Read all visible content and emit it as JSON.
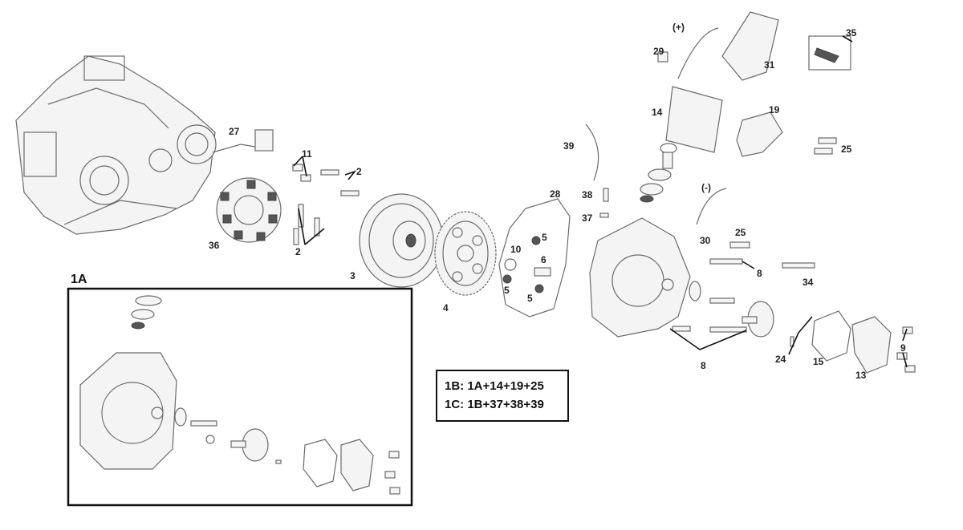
{
  "diagram": {
    "part_labels": {
      "p27": "27",
      "p11": "11",
      "p2a": "2",
      "p2b": "2",
      "p36": "36",
      "p3": "3",
      "p4": "4",
      "p10": "10",
      "p5a": "5",
      "p6": "6",
      "p5b": "5",
      "p5c": "5",
      "p28": "28",
      "p39": "39",
      "p38": "38",
      "p37": "37",
      "p29": "29",
      "plus": "(+)",
      "p31": "31",
      "p35": "35",
      "p14": "14",
      "p19": "19",
      "p25a": "25",
      "minus": "(-)",
      "p25b": "25",
      "p30": "30",
      "p8a": "8",
      "p34": "34",
      "p8b": "8",
      "p24": "24",
      "p15": "15",
      "p9": "9",
      "p13": "13"
    },
    "inset_box": {
      "title": "1A"
    },
    "kit_legend": {
      "line1": "1B: 1A+14+19+25",
      "line2": "1C: 1B+37+38+39"
    }
  }
}
